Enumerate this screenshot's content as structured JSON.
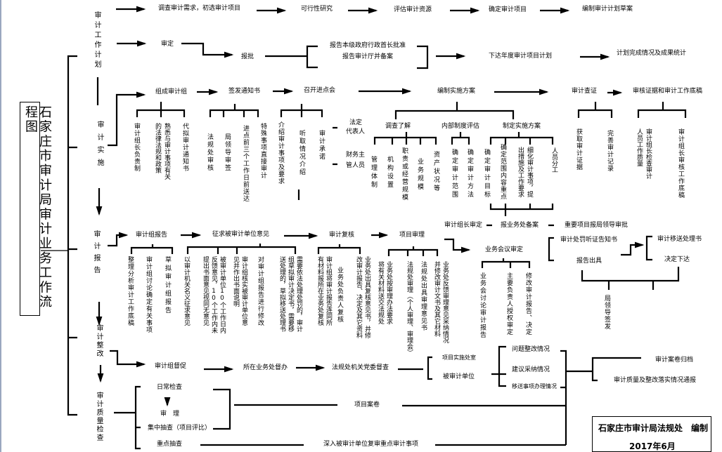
{
  "title": "石家庄市审计局审计业务工作流程图",
  "credit": {
    "org": "石家庄市审计局法规处　编制",
    "date": "2017年6月"
  },
  "plan": {
    "label": "审计工作计划",
    "steps": [
      "调查审计需求，初选审计项目",
      "可行性研究",
      "评估审计资源",
      "确定审计项目",
      "编制审计计划草案"
    ],
    "review": "审定",
    "submit": "报批",
    "report_gov": "报告本级政府行政首长批准",
    "report_dept": "报告审计厅并备案",
    "issue": "下达年度审计项目计划",
    "stats": "计划完成情况及成果统计"
  },
  "implement": {
    "label": "审计实施",
    "form_group": {
      "label": "组成审计组",
      "items": [
        "审计组长负责制",
        "熟悉与审计事项有关",
        "的法律法规和政策",
        "代拟审计通知书"
      ]
    },
    "notice": {
      "label": "签发通知书",
      "items": [
        "法规处审核",
        "局领导审签",
        "进点前三个工作日前送达",
        "特殊事项直接审计"
      ]
    },
    "meeting": {
      "label": "召开进点会",
      "items": [
        "介绍审计事项及要求",
        "听取情况介绍",
        "审计承诺"
      ],
      "side": [
        "法定",
        "代表人",
        "财务主",
        "管人员"
      ]
    },
    "plan": {
      "label": "编制实施方案",
      "survey": {
        "label": "调查了解",
        "items": [
          "管理体制",
          "机构设置",
          "职责或经营规模",
          "业务规模",
          "资产状况等"
        ]
      },
      "internal": {
        "label": "内部制度评估",
        "items": [
          "确定审计范围",
          "确定审计方法"
        ]
      },
      "make": {
        "label": "制定实施方案",
        "items": [
          "确定审计目标",
          "确定范围内容重点",
          "细化审计事项，提",
          "出措施及工作要求",
          "人员分工"
        ]
      }
    },
    "approval": [
      "审计组长审定",
      "报业务处备案",
      "重要项目报局领导审批"
    ],
    "verify": {
      "label": "审计查证",
      "items": [
        "获取审计证据",
        "完善审计记录"
      ]
    },
    "review": {
      "label": "审核证据和审计工作底稿",
      "items": [
        "审计组长检查审计",
        "人员工作质量",
        "审计组长审核工作底稿"
      ]
    }
  },
  "report": {
    "label": "审计报告",
    "group_report": {
      "label": "审计组报告",
      "items": [
        "整理分析审计工作底稿",
        "审计组讨论确定有关事项",
        "草拟审计组报告"
      ]
    },
    "opinion": {
      "label": "征求被审计单位意见",
      "items": [
        "以审计机关名义征求意见",
        "被审计单位10个工作日内",
        "反馈意见，10个工作内未",
        "提出书面意见视同无意见",
        "审计组核实被审计单位意",
        "见并作出书面说明",
        "对审计组报告进行修改",
        "需要依法处理处罚的，审计",
        "组草拟审计决定书，需要移",
        "送处理的，草拟移送处理书"
      ]
    },
    "recheck": {
      "label": "审计复核",
      "items": [
        "审计组将审计报告连同所",
        "有材料报所在业务处复核",
        "业务处负责人复核",
        "业务处出具复核意见书，并修",
        "改审计报告、决定及其它资料"
      ]
    },
    "trial": {
      "label": "项目审理",
      "items": [
        "业务处按审理办法要求",
        "将有关材料送交法规处",
        "法规处审理（个人审理、审理会）",
        "法规处出具审理意见书",
        "业务处反馈审理意见采纳情况",
        "并修改审计文书及其它材料"
      ]
    },
    "meeting": {
      "label": "业务会议审定",
      "items": [
        "业务会讨论审计报告",
        "主要负责人授权审定",
        "修改审计报告、决定"
      ]
    },
    "hearing": "审计处罚听证告知书",
    "issue": "报告出具",
    "transfer": "审计移送处理书",
    "decision": "决定下达",
    "sign": "局领导签发"
  },
  "rectify": {
    "label": "审计整改",
    "steps": [
      "审计组督促",
      "所在业务处督办",
      "法规处机关党委督查"
    ],
    "units": [
      "项目实施处室",
      "被审计单位"
    ],
    "status": [
      "问题整改情况",
      "建议采纳情况",
      "移送事项办理情况"
    ],
    "outputs": [
      "审计案卷归档",
      "审计质量及整改落实情况通报"
    ]
  },
  "quality": {
    "label": "审计质量检查",
    "daily": "日常检查",
    "trial": "审　理",
    "central": "集中抽查（项目评比）",
    "archive": "项目案卷",
    "key": "重点抽查",
    "key_desc": "深入被审计单位复审重点审计事项"
  }
}
